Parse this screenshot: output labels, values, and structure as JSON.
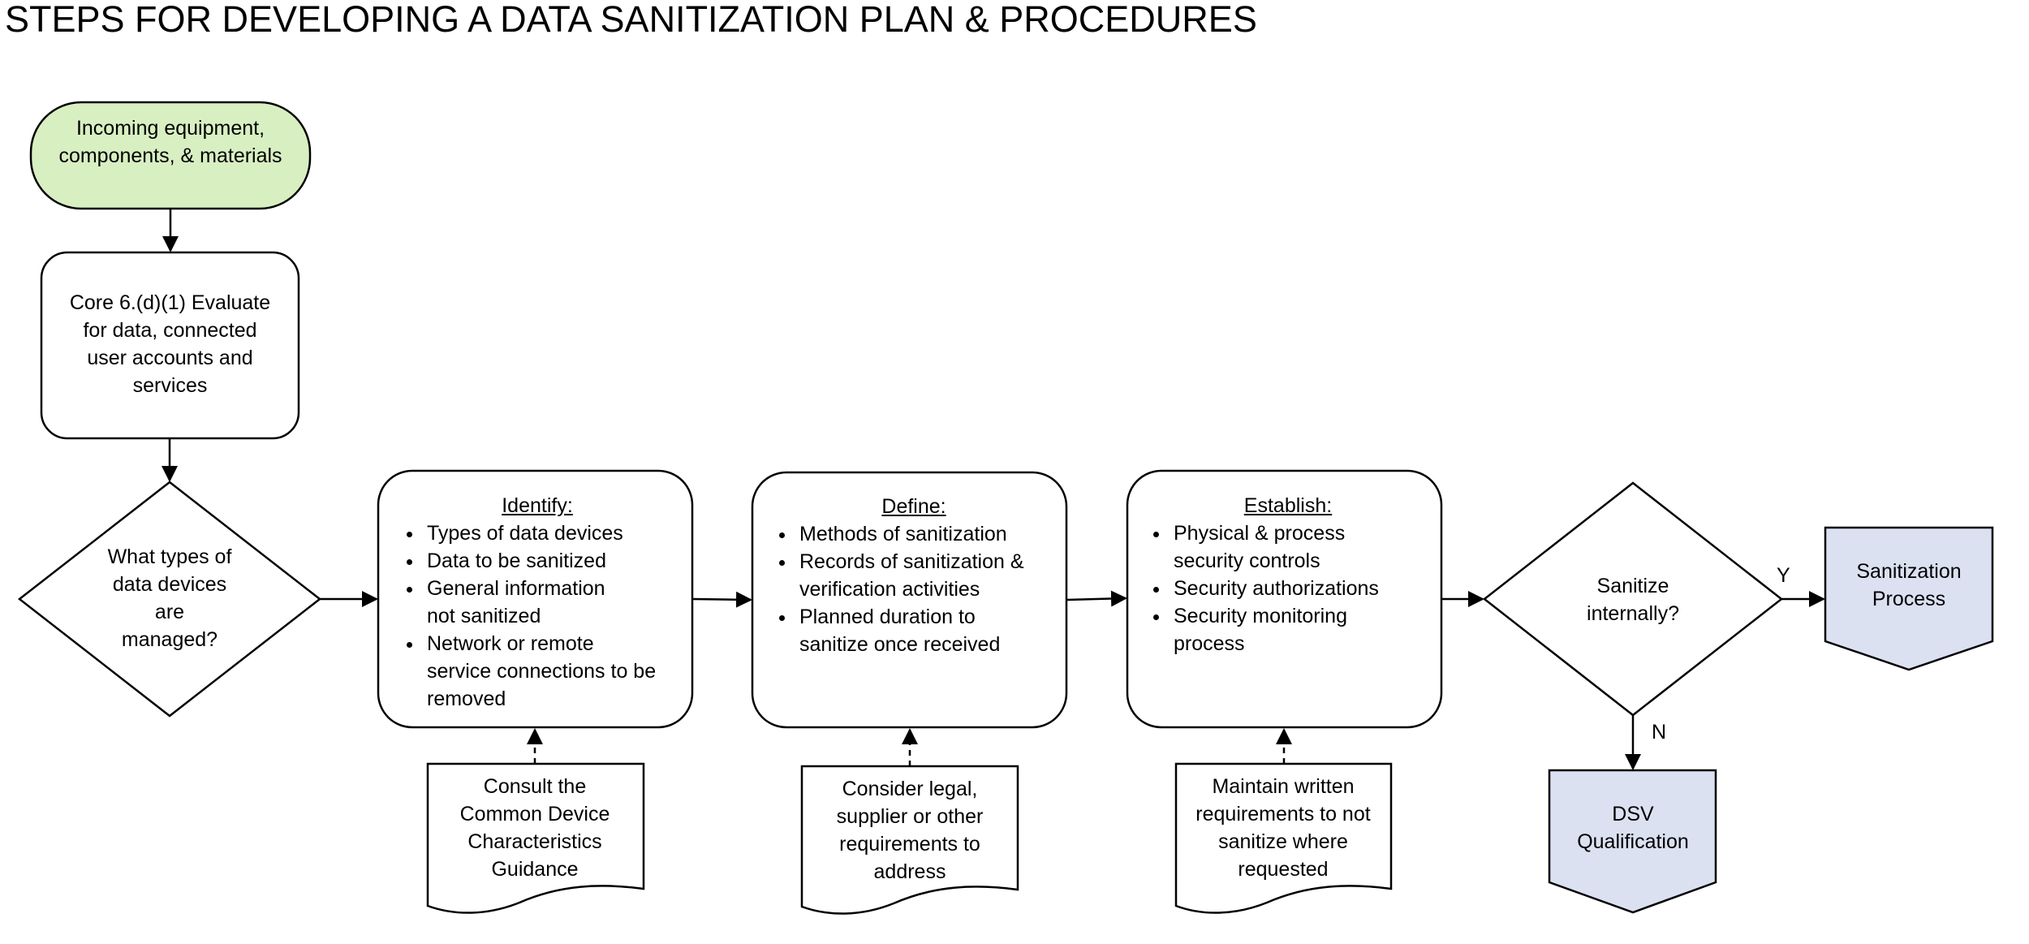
{
  "title": "STEPS FOR DEVELOPING A DATA SANITIZATION PLAN & PROCEDURES",
  "colors": {
    "start_fill": "#d8efc2",
    "offpage_fill": "#dbe1f1",
    "stroke": "#000000"
  },
  "nodes": {
    "start": {
      "label": "Incoming equipment, components, & materials"
    },
    "evaluate": {
      "label": "Core 6.(d)(1) Evaluate for data, connected user accounts and services"
    },
    "device_types": {
      "label": "What types of data devices are managed?"
    },
    "identify": {
      "heading": "Identify",
      "items": [
        "Types of data devices",
        "Data to be sanitized",
        "General information not sanitized",
        "Network or remote service connections to be removed"
      ]
    },
    "define": {
      "heading": "Define",
      "items": [
        "Methods of sanitization",
        "Records of sanitization & verification activities",
        "Planned duration to sanitize once received"
      ]
    },
    "establish": {
      "heading": "Establish",
      "items": [
        "Physical & process security controls",
        "Security authorizations",
        "Security monitoring process"
      ]
    },
    "sanitize_decision": {
      "label": "Sanitize internally?"
    },
    "sanitization_process": {
      "label": "Sanitization Process"
    },
    "dsv_qualification": {
      "label": "DSV Qualification"
    },
    "doc_consult": {
      "label": "Consult the Common Device Characteristics Guidance"
    },
    "doc_consider": {
      "label": "Consider legal, supplier or other requirements to address"
    },
    "doc_maintain": {
      "label": "Maintain written requirements to not sanitize where requested"
    }
  },
  "edges": {
    "yes_label": "Y",
    "no_label": "N"
  }
}
